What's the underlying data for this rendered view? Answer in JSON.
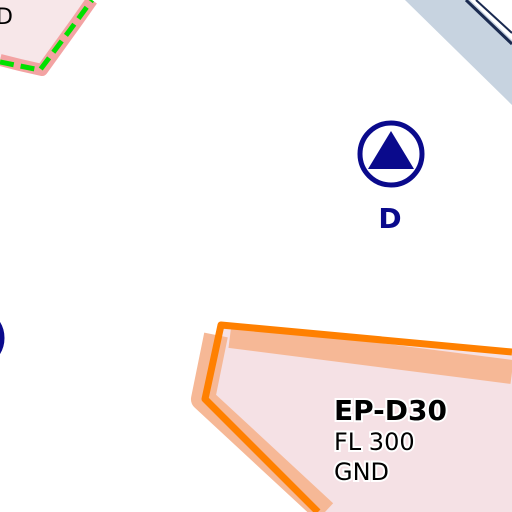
{
  "map": {
    "zone_top_left": {
      "label": "D"
    },
    "navaid": {
      "label": "D"
    },
    "zone_ep_d30": {
      "name": "EP-D30",
      "upper_limit": "FL 300",
      "lower_limit": "GND"
    }
  },
  "colors": {
    "background": "#ffffff",
    "restricted_fill": "#f5e1e5",
    "restricted_outline": "#ff8000",
    "restricted_buffer": "#f6b896",
    "danger_outline": "#f08a8a",
    "dashed_border": "#00e000",
    "navaid": "#0a0a8c",
    "airway_band": "#c7d3e0",
    "airway_line": "#1a2a50"
  }
}
